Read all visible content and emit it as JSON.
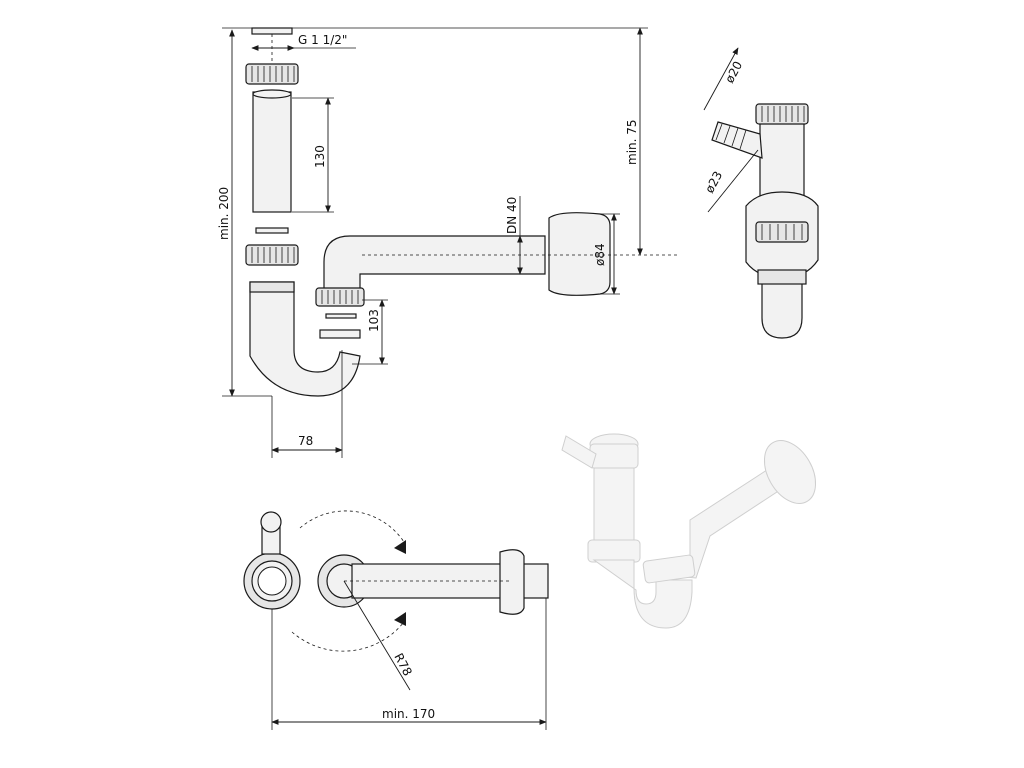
{
  "labels": {
    "thread": "G 1 1/2\"",
    "min200": "min. 200",
    "dim130": "130",
    "dn40": "DN 40",
    "min75": "min. 75",
    "d84": "ø84",
    "dim103": "103",
    "dim78": "78",
    "d20": "ø20",
    "d23": "ø23",
    "r78": "R78",
    "min170": "min. 170"
  }
}
